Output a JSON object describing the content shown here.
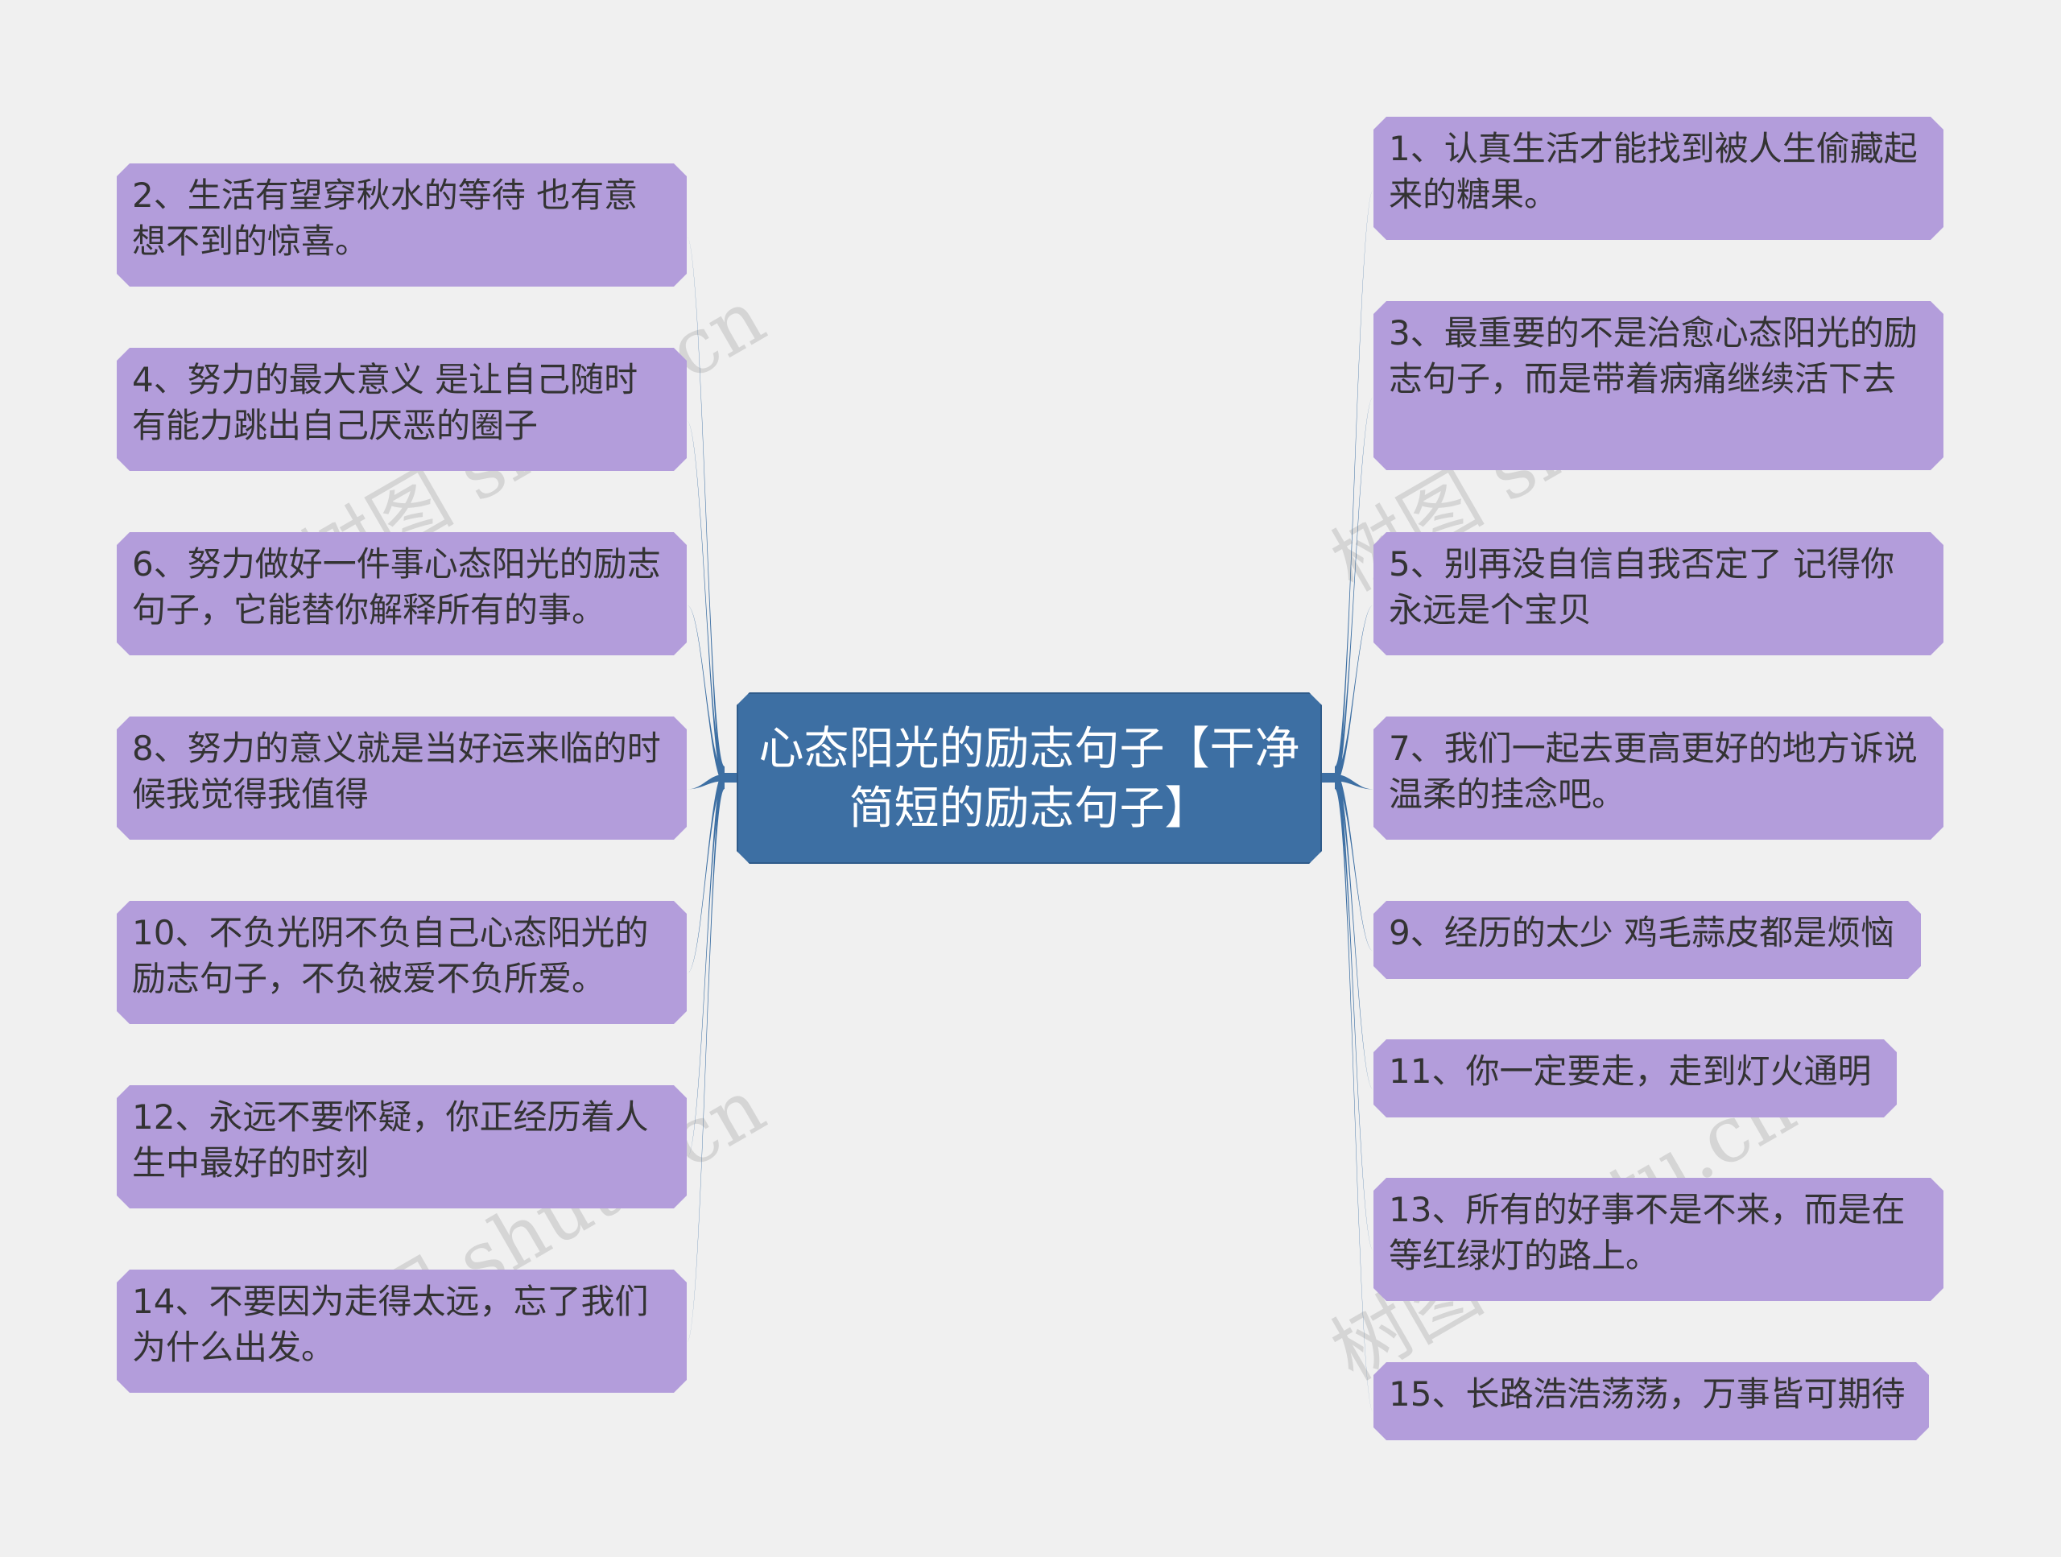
{
  "center": {
    "title": "心态阳光的励志句子【干净简短的励志句子】"
  },
  "left_nodes": [
    {
      "text": "2、生活有望穿秋水的等待 也有意想不到的惊喜。"
    },
    {
      "text": "4、努力的最大意义 是让自己随时有能力跳出自己厌恶的圈子"
    },
    {
      "text": "6、努力做好一件事心态阳光的励志句子，它能替你解释所有的事。"
    },
    {
      "text": "8、努力的意义就是当好运来临的时候我觉得我值得"
    },
    {
      "text": "10、不负光阴不负自己心态阳光的励志句子，不负被爱不负所爱。"
    },
    {
      "text": "12、永远不要怀疑，你正经历着人生中最好的时刻"
    },
    {
      "text": "14、不要因为走得太远，忘了我们为什么出发。"
    }
  ],
  "right_nodes": [
    {
      "text": "1、认真生活才能找到被人生偷藏起来的糖果。"
    },
    {
      "text": "3、最重要的不是治愈心态阳光的励志句子，而是带着病痛继续活下去"
    },
    {
      "text": "5、别再没自信自我否定了 记得你永远是个宝贝"
    },
    {
      "text": "7、我们一起去更高更好的地方诉说温柔的挂念吧。"
    },
    {
      "text": "9、经历的太少 鸡毛蒜皮都是烦恼"
    },
    {
      "text": "11、你一定要走，走到灯火通明"
    },
    {
      "text": "13、所有的好事不是不来，而是在等红绿灯的路上。"
    },
    {
      "text": "15、长路浩浩荡荡，万事皆可期待"
    }
  ],
  "watermark": "树图 shutu.cn",
  "colors": {
    "node_fill": "#b39ddb",
    "center_fill": "#3d6fa3",
    "link": "#3d6fa3",
    "background": "#f0f0f0"
  }
}
